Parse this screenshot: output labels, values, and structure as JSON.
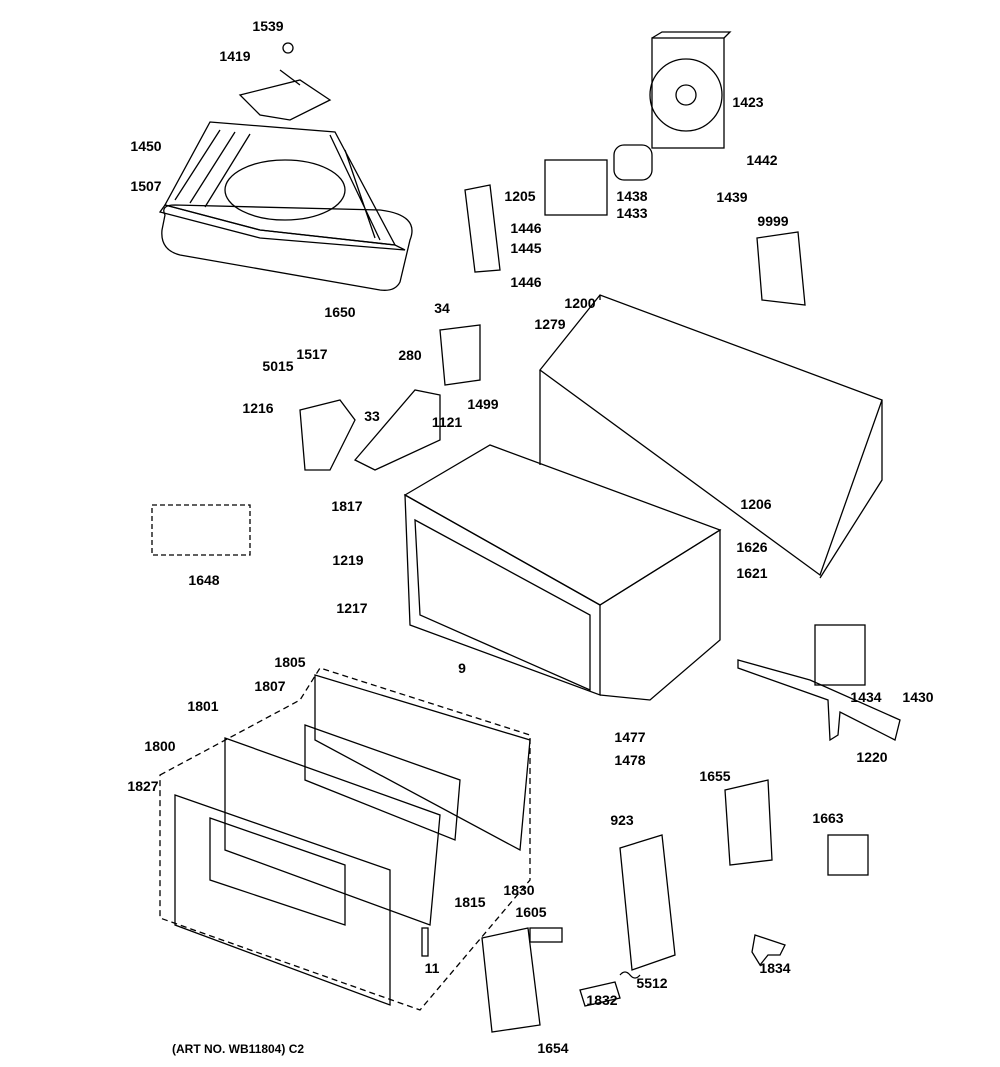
{
  "diagram": {
    "labels": [
      "1539",
      "1419",
      "1450",
      "1507",
      "1423",
      "1442",
      "1438",
      "1433",
      "1439",
      "1205",
      "1446",
      "1445",
      "1446",
      "9999",
      "1650",
      "34",
      "1200",
      "1279",
      "1517",
      "280",
      "5015",
      "1216",
      "33",
      "1499",
      "1121",
      "1206",
      "1817",
      "1626",
      "1621",
      "1648",
      "1219",
      "1217",
      "9",
      "1805",
      "1807",
      "1801",
      "1800",
      "1827",
      "1434",
      "1430",
      "1477",
      "1478",
      "1220",
      "1655",
      "923",
      "1663",
      "1830",
      "1815",
      "1605",
      "11",
      "1834",
      "5512",
      "1832",
      "1654"
    ],
    "art_number": "(ART NO. WB11804) C2"
  }
}
